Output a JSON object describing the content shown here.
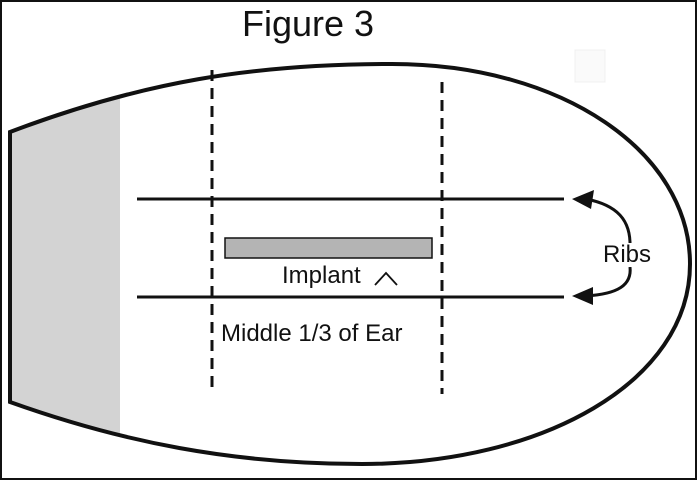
{
  "figure": {
    "title": "Figure 3",
    "labels": {
      "implant": "Implant",
      "middle_third": "Middle 1/3 of Ear",
      "ribs": "Ribs"
    },
    "colors": {
      "outline": "#111111",
      "butt_shade": "#d3d3d3",
      "implant_fill": "#b4b4b4",
      "background": "#ffffff"
    }
  }
}
